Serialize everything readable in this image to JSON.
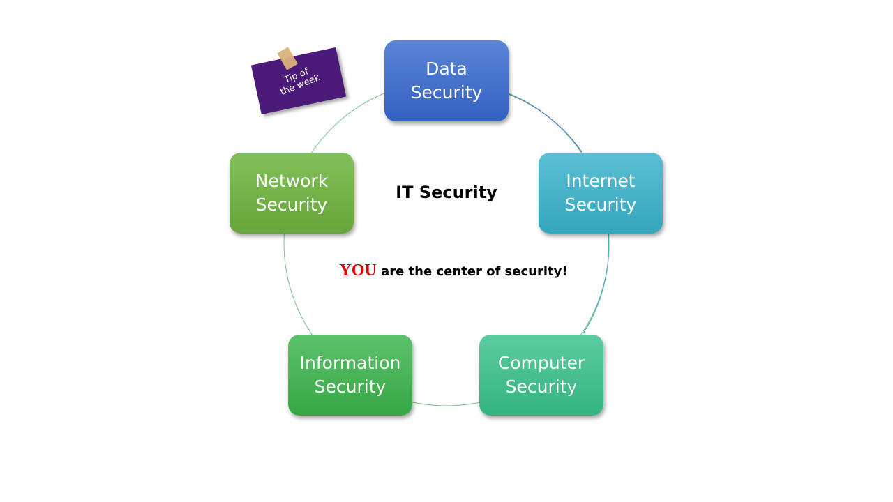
{
  "diagram": {
    "title": "IT Security",
    "tagline_emphasis": "YOU",
    "tagline_rest": " are the center of security!",
    "nodes": [
      {
        "id": "data",
        "label": "Data\nSecurity",
        "color": "#4472c4"
      },
      {
        "id": "internet",
        "label": "Internet\nSecurity",
        "color": "#4bacc6"
      },
      {
        "id": "computer",
        "label": "Computer\nSecurity",
        "color": "#45bf8e"
      },
      {
        "id": "info",
        "label": "Information\nSecurity",
        "color": "#47b356"
      },
      {
        "id": "network",
        "label": "Network\nSecurity",
        "color": "#70ad47"
      }
    ]
  },
  "sticky_note": {
    "text": "Tip of\nthe week",
    "color": "#4b1a78"
  }
}
